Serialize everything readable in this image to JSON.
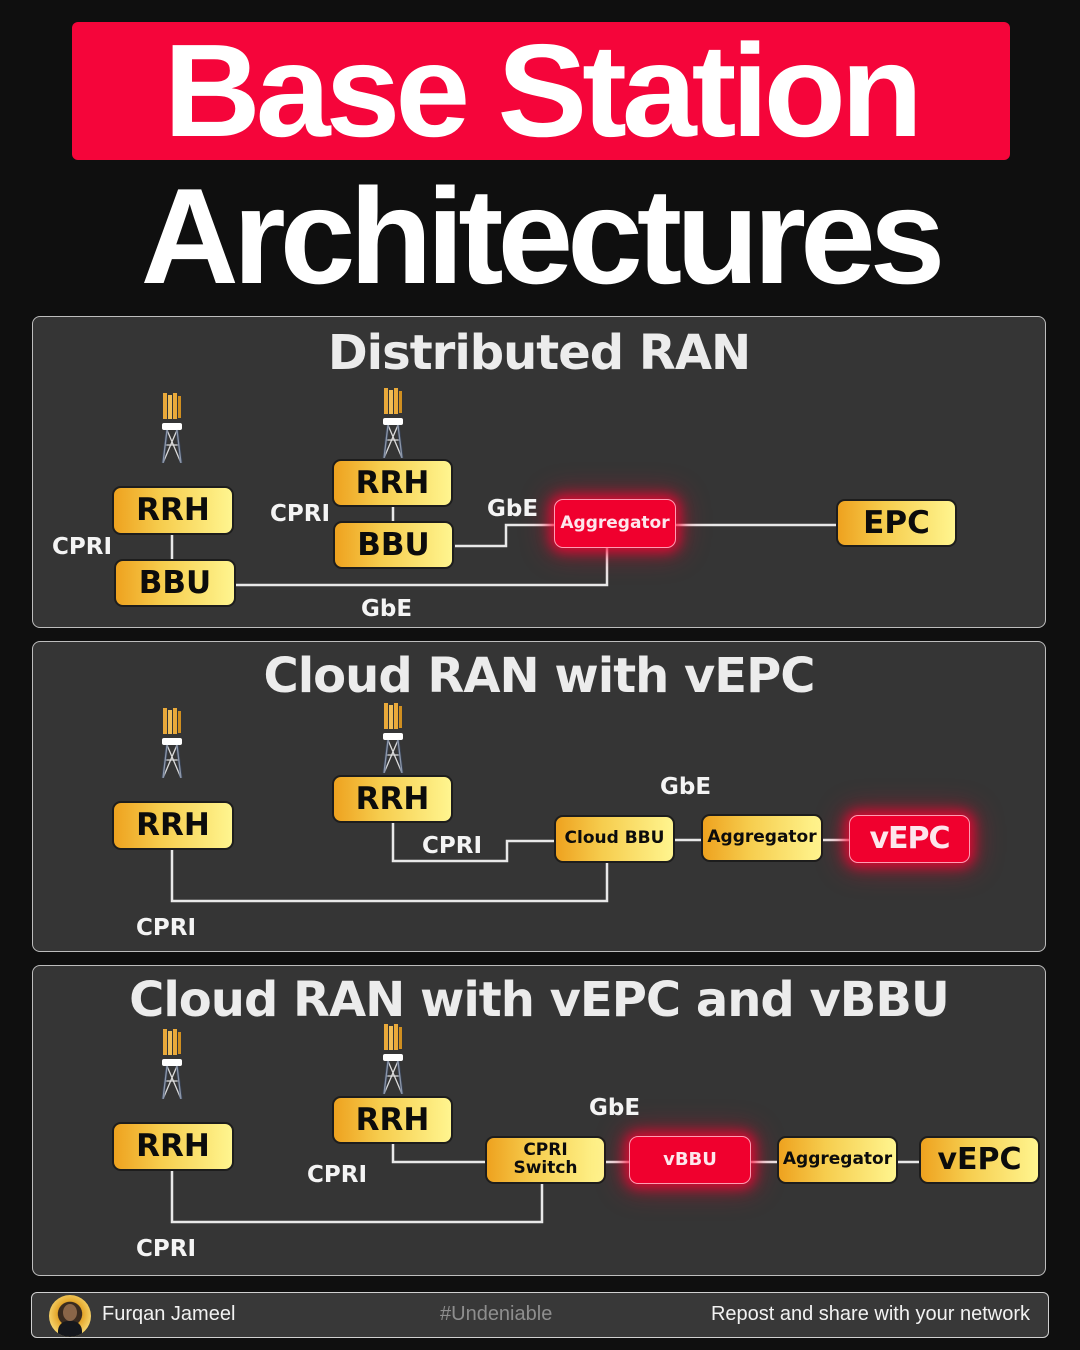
{
  "header": {
    "title_line1": "Base Station",
    "title_line2": "Architectures",
    "accent_color": "#f5053a"
  },
  "sections": [
    {
      "title": "Distributed RAN",
      "nodes": {
        "rrh_1": "RRH",
        "bbu_1": "BBU",
        "rrh_2": "RRH",
        "bbu_2": "BBU",
        "aggregator": "Aggregator",
        "core": "EPC"
      },
      "links": {
        "cpri_1": "CPRI",
        "cpri_2": "CPRI",
        "gbe_top": "GbE",
        "gbe_bottom": "GbE"
      }
    },
    {
      "title": "Cloud RAN with vEPC",
      "nodes": {
        "rrh_1": "RRH",
        "rrh_2": "RRH",
        "cloud_bbu": "Cloud BBU",
        "aggregator": "Aggregator",
        "core": "vEPC"
      },
      "links": {
        "cpri_top": "CPRI",
        "cpri_bottom": "CPRI",
        "gbe": "GbE"
      }
    },
    {
      "title": "Cloud RAN with vEPC and vBBU",
      "nodes": {
        "rrh_1": "RRH",
        "rrh_2": "RRH",
        "cpri_switch_line1": "CPRI",
        "cpri_switch_line2": "Switch",
        "vbbu": "vBBU",
        "aggregator": "Aggregator",
        "core": "vEPC"
      },
      "links": {
        "cpri_top": "CPRI",
        "cpri_bottom": "CPRI",
        "gbe": "GbE"
      }
    }
  ],
  "footer": {
    "author": "Furqan Jameel",
    "hashtag": "#Undeniable",
    "cta": "Repost and share with your network"
  },
  "icons": {
    "tower": "cell-tower-icon",
    "avatar": "author-avatar"
  },
  "colors": {
    "node_gold_start": "#eea21f",
    "node_gold_end": "#fff58f",
    "node_red": "#f0002e",
    "panel_bg": "#353535"
  }
}
